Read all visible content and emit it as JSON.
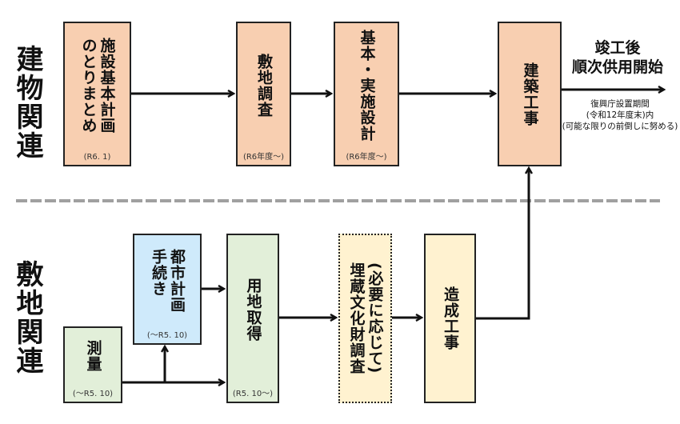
{
  "sections": {
    "building": {
      "label": "建物関連"
    },
    "site": {
      "label": "敷地関連"
    }
  },
  "building_flow": {
    "basic_plan": {
      "lines": [
        "施設基本計画",
        "のとりまとめ"
      ],
      "date": "(R6. 1)"
    },
    "site_survey": {
      "lines": [
        "敷地調査"
      ],
      "date": "(R6年度～)"
    },
    "design": {
      "lines": [
        "基本・実施設計"
      ],
      "date": "(R6年度～)"
    },
    "construction": {
      "lines": [
        "建築工事"
      ]
    }
  },
  "completion": {
    "headline": [
      "竣工後",
      "順次供用開始"
    ],
    "note": [
      "復興庁設置期間",
      "(令和12年度末)内",
      "(可能な限りの前倒しに努める)"
    ]
  },
  "site_flow": {
    "measurement": {
      "lines": [
        "測量"
      ],
      "date": "(～R5. 10)"
    },
    "city_planning": {
      "lines": [
        "都市計画",
        "手続き"
      ],
      "date": "(～R5. 10)"
    },
    "land_acquisition": {
      "lines": [
        "用地取得"
      ],
      "date": "(R5. 10～)"
    },
    "cultural_survey": {
      "lines": [
        "(必要に応じて)",
        "埋蔵文化財調査"
      ]
    },
    "site_preparation": {
      "lines": [
        "造成工事"
      ]
    }
  },
  "colors": {
    "building_box": "#f8cfb1",
    "site_green": "#e2efd9",
    "city_planning_blue": "#cfeafb",
    "cream": "#fff2d0",
    "divider": "#a0a0a0",
    "line": "#111111"
  }
}
